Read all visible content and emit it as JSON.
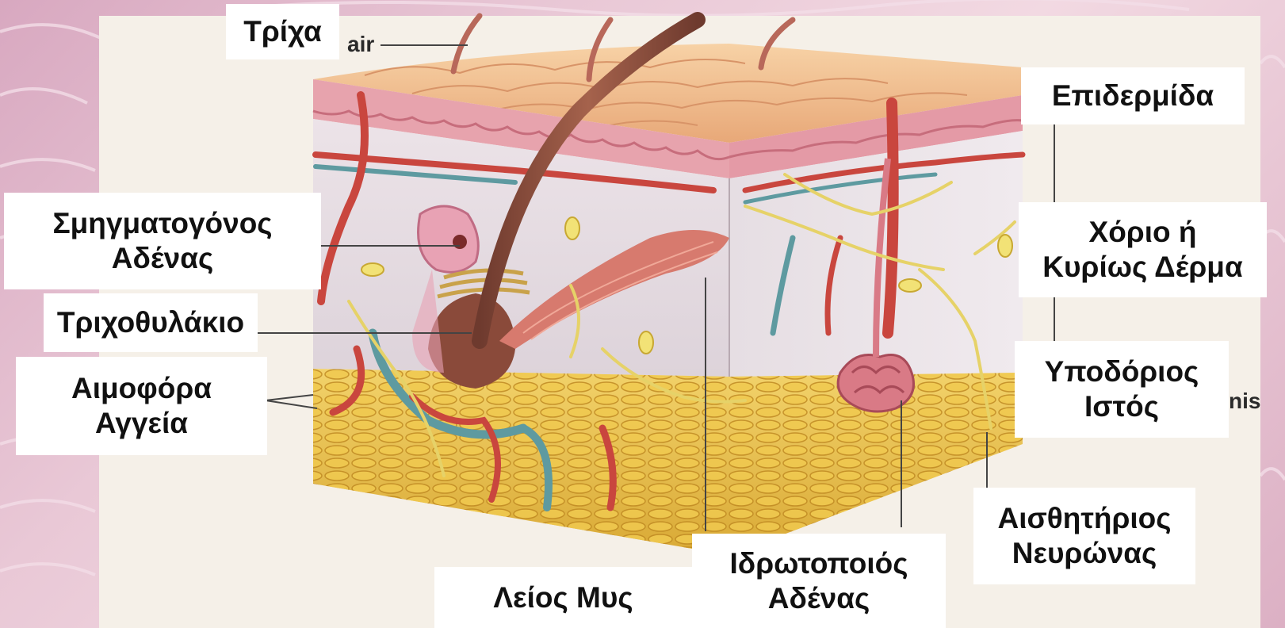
{
  "diagram": {
    "labels": {
      "hair": "Τρίχα",
      "epidermis": "Επιδερμίδα",
      "sebaceous_gland": [
        "Σμηγματογόνος",
        "Αδένας"
      ],
      "dermis": [
        "Χόριο ή",
        "Κυρίως Δέρμα"
      ],
      "hair_follicle": "Τριχοθυλάκιο",
      "blood_vessels": [
        "Αιμοφόρα",
        "Αγγεία"
      ],
      "subcutaneous_tissue": [
        "Υποδόριος",
        "Ιστός"
      ],
      "sensory_neuron": [
        "Αισθητήριος",
        "Νευρώνας"
      ],
      "sweat_gland": [
        "Ιδρωτοποιός",
        "Αδένας"
      ],
      "smooth_muscle": "Λείος Μυς"
    },
    "underlying_fragments": {
      "hair_en": "air",
      "hypodermis_en": "nis"
    },
    "colors": {
      "epidermis": "#e7a3ad",
      "surface": "#f0c08e",
      "dermis": "#ece6ea",
      "fat": "#e9c248",
      "artery": "#c9463e",
      "vein": "#5e9aa0",
      "nerve": "#e6d268",
      "hair_shaft": "#8a4a3a"
    }
  }
}
